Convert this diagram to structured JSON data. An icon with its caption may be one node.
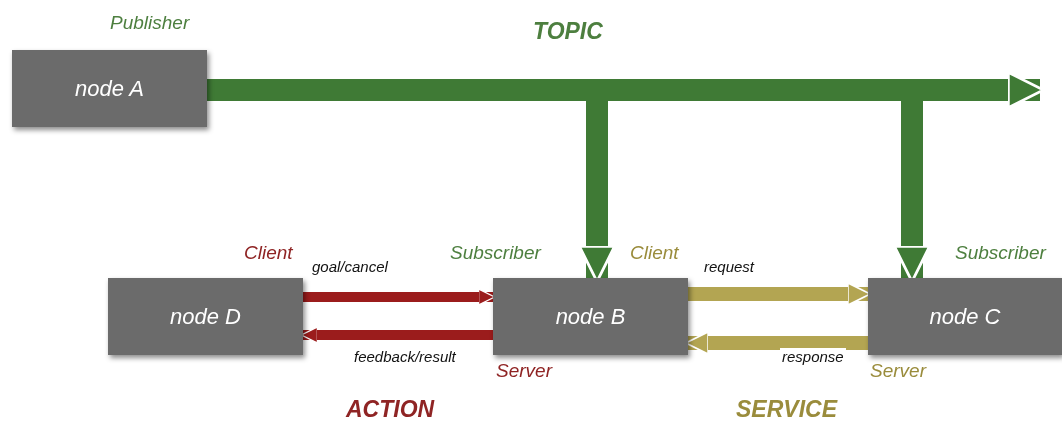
{
  "diagram": {
    "nodes": [
      {
        "text": [
          "node A"
        ],
        "beside": [
          "Publisher"
        ]
      },
      {
        "text": [
          "node D"
        ],
        "beside": [
          "Client"
        ]
      },
      {
        "text": [
          "node B"
        ],
        "beside": [
          "Subscriber",
          "Client",
          "Server"
        ]
      },
      {
        "text": [
          "node C"
        ],
        "beside": [
          "Subscriber",
          "Server"
        ]
      }
    ],
    "edges": [
      {
        "from": 0,
        "to": 2,
        "arrow": "to",
        "color": "#3f7a35"
      },
      {
        "from": 0,
        "to": 3,
        "arrow": "to",
        "color": "#3f7a35"
      },
      {
        "from": 0,
        "to": null,
        "arrow": "to",
        "color": "#3f7a35"
      },
      {
        "from": 1,
        "to": 2,
        "arrow": "to",
        "label": "goal/cancel",
        "color": "#9b1c1c"
      },
      {
        "from": 2,
        "to": 1,
        "arrow": "to",
        "label": "feedback/result",
        "color": "#9b1c1c"
      },
      {
        "from": 2,
        "to": 3,
        "arrow": "to",
        "label": "request",
        "color": "#b3a552"
      },
      {
        "from": 3,
        "to": 2,
        "arrow": "to",
        "label": "response",
        "color": "#b3a552"
      }
    ],
    "labels": [
      "TOPIC",
      "ACTION",
      "SERVICE"
    ]
  }
}
